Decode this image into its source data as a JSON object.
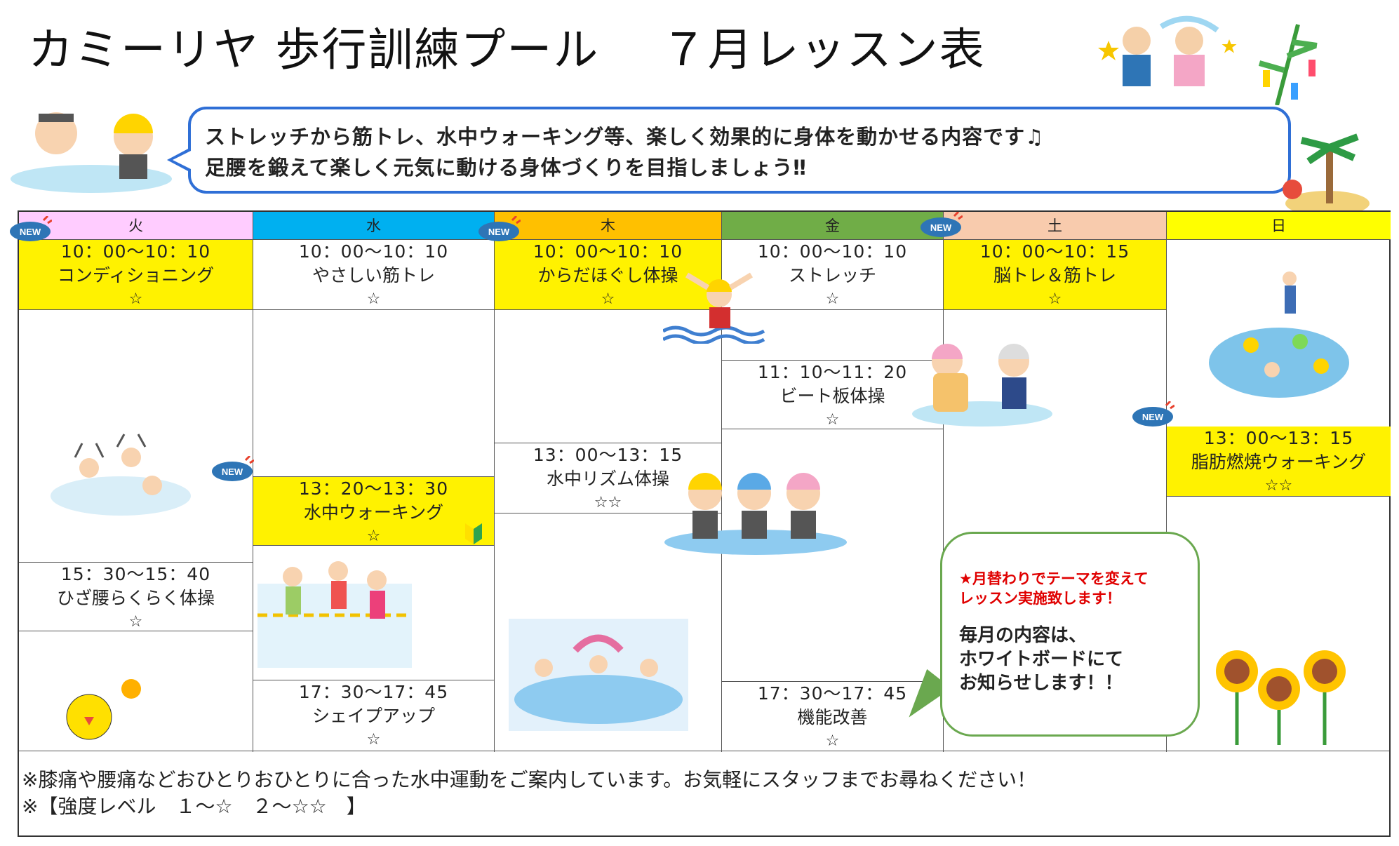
{
  "title": "カミーリヤ 歩行訓練プール　 ７月レッスン表",
  "intro": {
    "line1": "ストレッチから筋トレ、水中ウォーキング等、楽しく効果的に身体を動かせる内容です♫",
    "line2": "足腰を鍛えて楽しく元気に動ける身体づくりを目指しましょう‼"
  },
  "badge_text": "NEW",
  "days": [
    {
      "label": "火",
      "color": "#ffccff"
    },
    {
      "label": "水",
      "color": "#00b0f0"
    },
    {
      "label": "木",
      "color": "#ffc000"
    },
    {
      "label": "金",
      "color": "#70ad47"
    },
    {
      "label": "土",
      "color": "#f8cbad"
    },
    {
      "label": "日",
      "color": "#ffff00"
    }
  ],
  "lessons": {
    "tue": [
      {
        "time": "10：00～10：10",
        "name": "コンディショニング",
        "level": "☆"
      },
      {
        "time": "15：30～15：40",
        "name": "ひざ腰らくらく体操",
        "level": "☆"
      }
    ],
    "wed": [
      {
        "time": "10：00～10：10",
        "name": "やさしい筋トレ",
        "level": "☆"
      },
      {
        "time": "13：20～13：30",
        "name": "水中ウォーキング",
        "level": "☆"
      },
      {
        "time": "17：30～17：45",
        "name": "シェイプアップ",
        "level": "☆"
      }
    ],
    "thu": [
      {
        "time": "10：00～10：10",
        "name": "からだほぐし体操",
        "level": "☆"
      },
      {
        "time": "13：00～13：15",
        "name": "水中リズム体操",
        "level": "☆☆"
      }
    ],
    "fri": [
      {
        "time": "10：00～10：10",
        "name": "ストレッチ",
        "level": "☆"
      },
      {
        "time": "11：10～11：20",
        "name": "ビート板体操",
        "level": "☆"
      },
      {
        "time": "17：30～17：45",
        "name": "機能改善",
        "level": "☆"
      }
    ],
    "sat": [
      {
        "time": "10：00～10：15",
        "name": "脳トレ＆筋トレ",
        "level": "☆"
      }
    ],
    "sun": [
      {
        "time": "13：00～13：15",
        "name": "脂肪燃焼ウォーキング",
        "level": "☆☆"
      }
    ]
  },
  "note": {
    "red1": "★月替わりでテーマを変えて",
    "red2": "レッスン実施致します！",
    "body1": "毎月の内容は、",
    "body2": "ホワイトボードにて",
    "body3": "お知らせします！！"
  },
  "footer": {
    "line1": "※膝痛や腰痛などおひとりおひとりに合った水中運動をご案内しています。お気軽にスタッフまでお尋ねください！",
    "line2": "※【強度レベル　１～☆　２～☆☆　】"
  },
  "colors": {
    "highlight": "#fff200",
    "bubble_border": "#2f6fd6",
    "note_border": "#6aa84f",
    "note_red": "#e00000",
    "badge": "#2e75b6"
  }
}
